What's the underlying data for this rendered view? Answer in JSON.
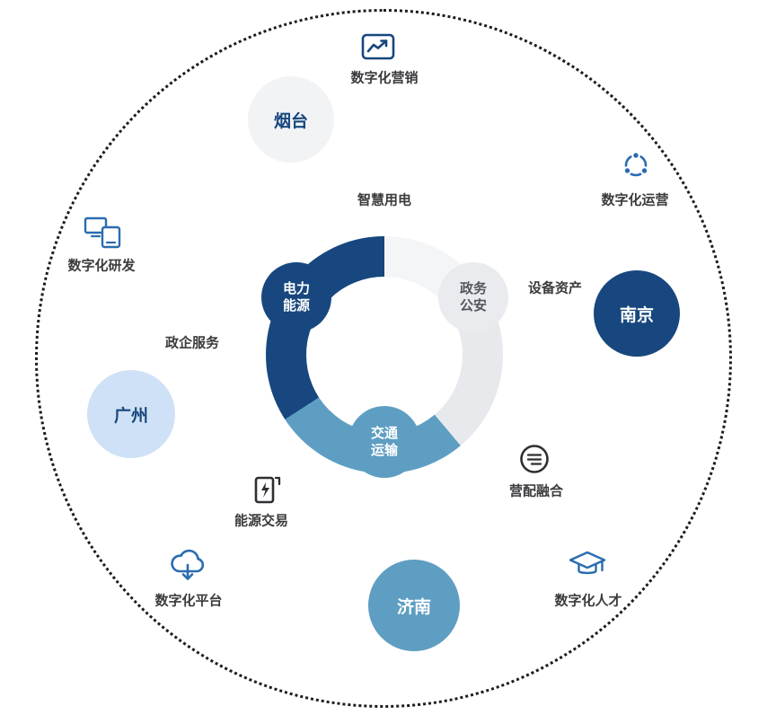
{
  "ring": {
    "labels": {
      "top": "智慧用电",
      "right": "设备资产",
      "left": "政企服务"
    },
    "segments": [
      {
        "name": "smart-power-segment",
        "color": "#f4f5f7"
      },
      {
        "name": "equipment-asset-segment",
        "color": "#e8e9ed"
      },
      {
        "name": "transport-segment",
        "color": "#5e9ec2"
      },
      {
        "name": "power-energy-segment",
        "color": "#17477e"
      }
    ]
  },
  "nodes": {
    "power": {
      "line1": "电力",
      "line2": "能源"
    },
    "government": {
      "line1": "政务",
      "line2": "公安"
    },
    "transport": {
      "line1": "交通",
      "line2": "运输"
    }
  },
  "cities": {
    "yantai": "烟台",
    "nanjing": "南京",
    "guangzhou": "广州",
    "jinan": "济南"
  },
  "capabilities": {
    "marketing": "数字化营销",
    "operations": "数字化运营",
    "research": "数字化研发",
    "platform": "数字化平台",
    "talent": "数字化人才"
  },
  "functions": {
    "grid_fusion": "营配融合",
    "energy_trading": "能源交易"
  },
  "icons": {
    "marketing": "line-chart-icon",
    "operations": "cycle-dots-icon",
    "research": "screens-icon",
    "platform": "cloud-icon",
    "talent": "graduation-cap-icon",
    "grid_fusion": "list-circle-icon",
    "energy_trading": "charging-station-icon"
  },
  "colors": {
    "navy": "#17477e",
    "medium_blue": "#5e9ec2",
    "light_blue": "#cfe1f6",
    "pale_gray": "#f2f3f5",
    "ring_gray": "#e8e9ed",
    "icon_blue": "#2a6cb0",
    "icon_dark": "#2e2e33",
    "label_text": "#3b3b3e",
    "dashed_circle": "#1c1c1c"
  }
}
